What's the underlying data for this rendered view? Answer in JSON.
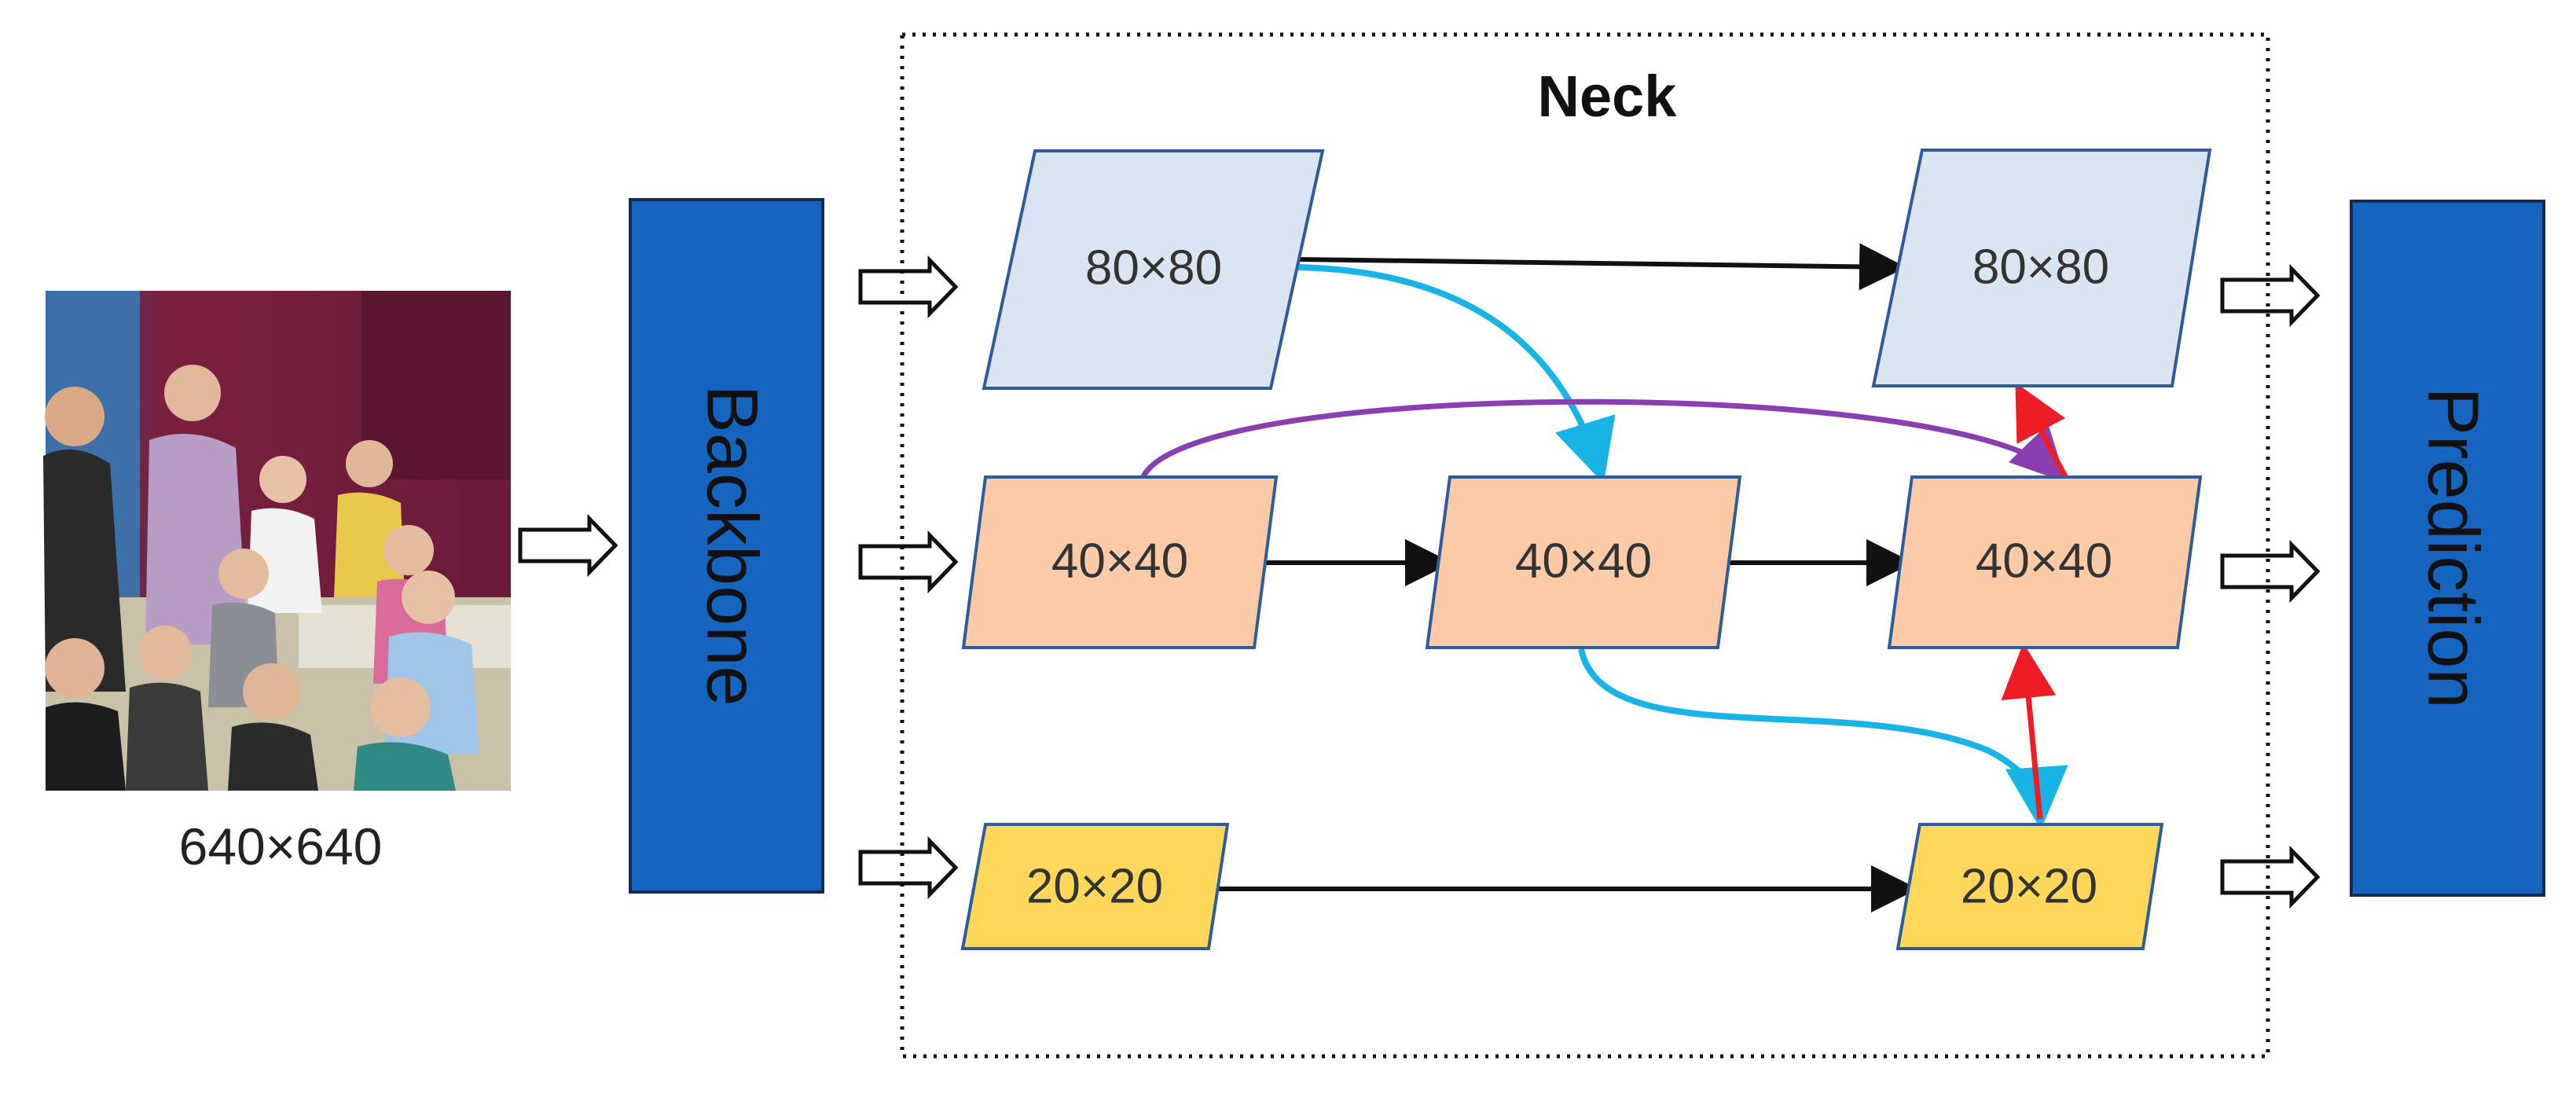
{
  "colors": {
    "blue_block": "#1565c0",
    "light_blue_fill": "#dae4f3",
    "orange_fill": "#fbcba8",
    "yellow_fill": "#ffd75a",
    "shape_stroke": "#2e5c9a",
    "black_arrow": "#111111",
    "cyan_arrow": "#18b4e6",
    "purple_arrow": "#8a3fb0",
    "red_arrow": "#ee1c25"
  },
  "input": {
    "photo_icon": "classroom-photo",
    "size_label": "640×640"
  },
  "backbone": {
    "label": "Backbone"
  },
  "neck": {
    "title": "Neck",
    "nodes": {
      "l80": "80×80",
      "l40": "40×40",
      "m40": "40×40",
      "l20": "20×20",
      "r80": "80×80",
      "r40": "40×40",
      "r20": "20×20"
    }
  },
  "prediction": {
    "label": "Prediction"
  },
  "connections": [
    {
      "from": "l80",
      "to": "r80",
      "color": "black"
    },
    {
      "from": "l80",
      "to": "m40",
      "color": "cyan"
    },
    {
      "from": "l40",
      "to": "m40",
      "color": "black"
    },
    {
      "from": "m40",
      "to": "r40",
      "color": "black"
    },
    {
      "from": "l40",
      "to": "r40",
      "color": "purple"
    },
    {
      "from": "m40",
      "to": "r20",
      "color": "cyan"
    },
    {
      "from": "l20",
      "to": "r20",
      "color": "black"
    },
    {
      "from": "r20",
      "to": "r40",
      "color": "red"
    },
    {
      "from": "r40",
      "to": "r80",
      "color": "red"
    }
  ]
}
